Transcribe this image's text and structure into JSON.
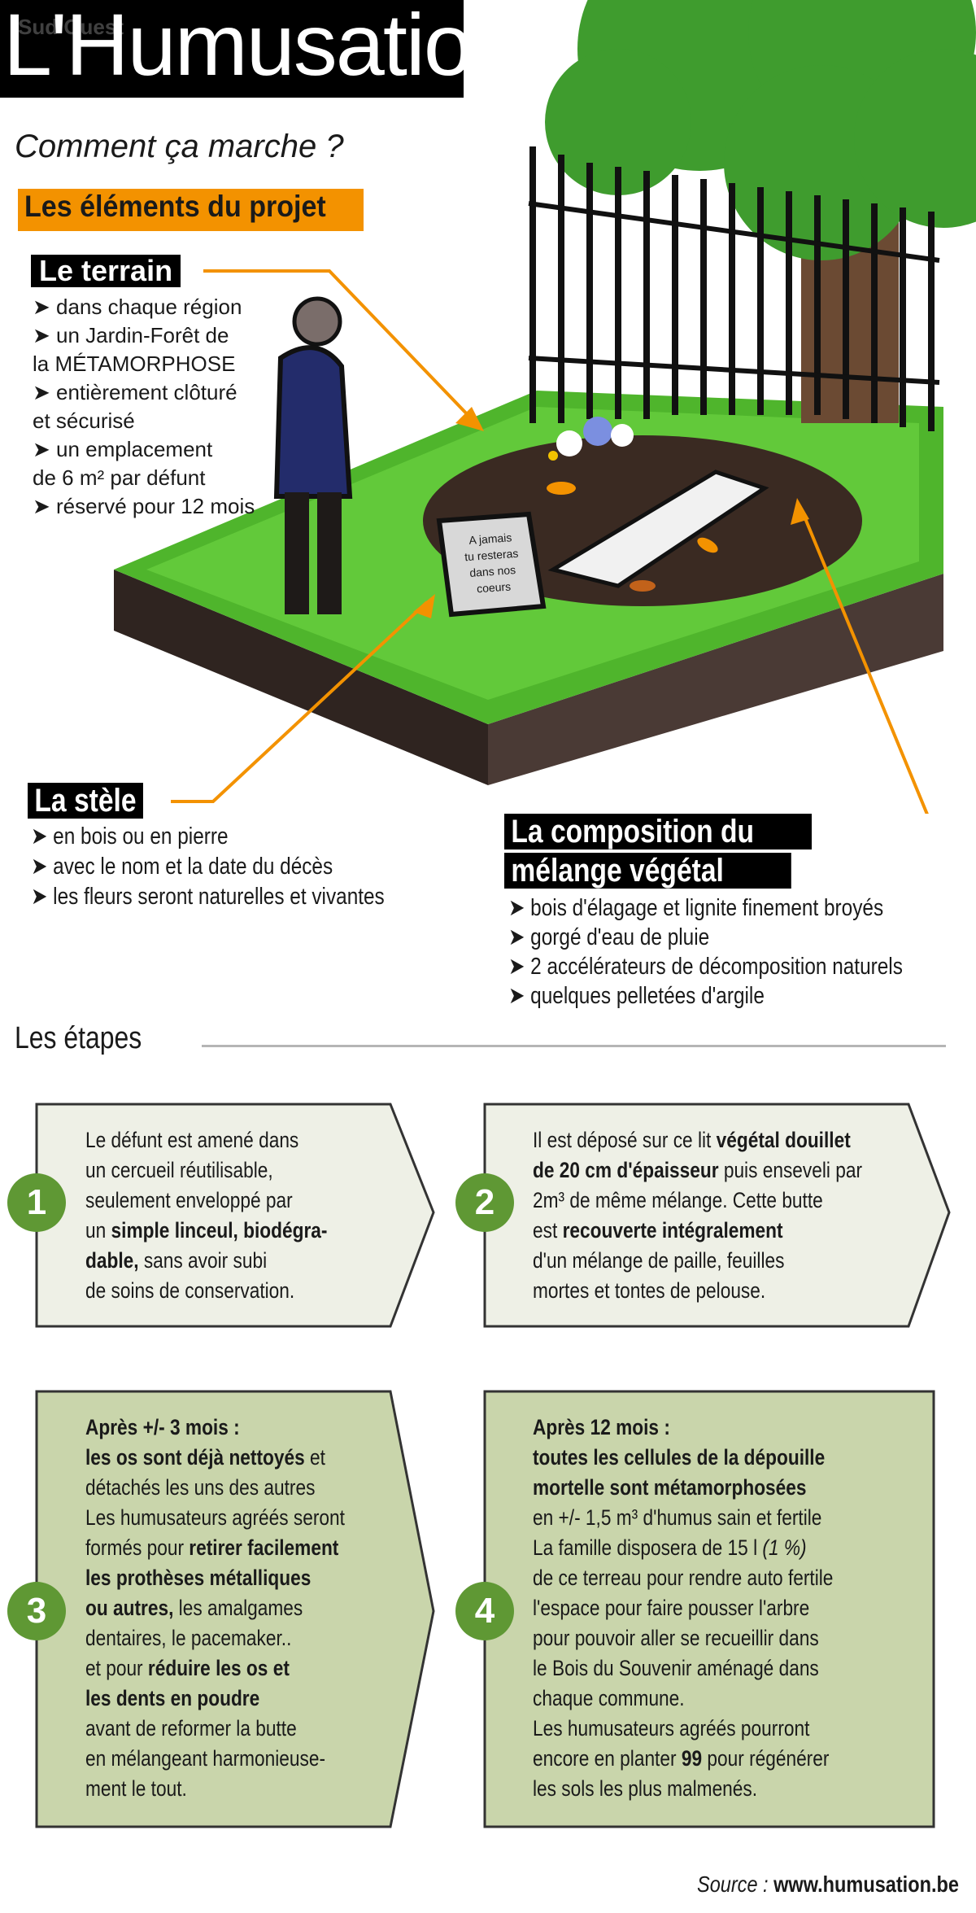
{
  "header": {
    "title": "L'Humusation",
    "watermark": "Sud Ouest",
    "subtitle": "Comment ça marche ?"
  },
  "elements": {
    "heading": "Les éléments du projet",
    "terrain": {
      "title": "Le terrain",
      "items": [
        "dans chaque région",
        "un Jardin-Forêt de",
        "la MÉTAMORPHOSE",
        "entièrement clôturé",
        "et sécurisé",
        "un emplacement",
        "de 6 m² par défunt",
        "réservé pour 12 mois"
      ]
    },
    "stele": {
      "title": "La stèle",
      "inscription": [
        "A jamais",
        "tu resteras",
        "dans nos coeurs"
      ],
      "items": [
        "en bois ou en pierre",
        "avec le nom et la date du décès",
        "les fleurs seront naturelles et vivantes"
      ]
    },
    "composition": {
      "title_line1": "La composition du",
      "title_line2": "mélange végétal",
      "items": [
        "bois d'élagage et lignite finement broyés",
        "gorgé d'eau de pluie",
        "2 accélérateurs de décomposition naturels",
        "quelques pelletées d'argile"
      ]
    }
  },
  "steps_heading": "Les étapes",
  "steps": [
    {
      "number": "1",
      "lines": [
        [
          [
            "n",
            "Le défunt est amené dans"
          ]
        ],
        [
          [
            "n",
            "un cercueil réutilisable,"
          ]
        ],
        [
          [
            "n",
            "seulement enveloppé par"
          ]
        ],
        [
          [
            "n",
            "un "
          ],
          [
            "b",
            "simple linceul, biodégra-"
          ]
        ],
        [
          [
            "b",
            "dable,"
          ],
          [
            "n",
            " sans avoir subi"
          ]
        ],
        [
          [
            "n",
            "de soins de conservation."
          ]
        ]
      ]
    },
    {
      "number": "2",
      "lines": [
        [
          [
            "n",
            "Il est déposé sur ce lit "
          ],
          [
            "b",
            "végétal douillet"
          ]
        ],
        [
          [
            "b",
            "de 20 cm d'épaisseur"
          ],
          [
            "n",
            " puis enseveli par"
          ]
        ],
        [
          [
            "n",
            "2m³ de même mélange. Cette butte"
          ]
        ],
        [
          [
            "n",
            "est "
          ],
          [
            "b",
            "recouverte intégralement"
          ]
        ],
        [
          [
            "n",
            "d'un mélange de paille, feuilles"
          ]
        ],
        [
          [
            "n",
            "mortes et tontes de pelouse."
          ]
        ]
      ]
    },
    {
      "number": "3",
      "lines": [
        [
          [
            "b",
            "Après +/- 3 mois :"
          ]
        ],
        [
          [
            "b",
            "les os sont déjà nettoyés"
          ],
          [
            "n",
            " et"
          ]
        ],
        [
          [
            "n",
            "détachés les uns des autres"
          ]
        ],
        [
          [
            "n",
            "Les humusateurs agréés seront"
          ]
        ],
        [
          [
            "n",
            "formés pour "
          ],
          [
            "b",
            "retirer facilement"
          ]
        ],
        [
          [
            "b",
            "les prothèses métalliques"
          ]
        ],
        [
          [
            "b",
            "ou autres,"
          ],
          [
            "n",
            " les amalgames"
          ]
        ],
        [
          [
            "n",
            "dentaires, le pacemaker.."
          ]
        ],
        [
          [
            "n",
            "et pour "
          ],
          [
            "b",
            "réduire les os et"
          ]
        ],
        [
          [
            "b",
            "les dents en poudre"
          ]
        ],
        [
          [
            "n",
            "avant de reformer la butte"
          ]
        ],
        [
          [
            "n",
            "en mélangeant harmonieuse-"
          ]
        ],
        [
          [
            "n",
            "ment le tout."
          ]
        ]
      ]
    },
    {
      "number": "4",
      "lines": [
        [
          [
            "b",
            "Après 12 mois :"
          ]
        ],
        [
          [
            "b",
            "toutes les cellules de la dépouille"
          ]
        ],
        [
          [
            "b",
            "mortelle sont métamorphosées"
          ]
        ],
        [
          [
            "n",
            "en +/- 1,5 m³ d'humus sain et fertile"
          ]
        ],
        [
          [
            "n",
            "La famille disposera de 15 l "
          ],
          [
            "i",
            "(1 %)"
          ]
        ],
        [
          [
            "n",
            "de ce terreau pour rendre auto fertile"
          ]
        ],
        [
          [
            "n",
            "l'espace pour faire pousser l'arbre"
          ]
        ],
        [
          [
            "n",
            "pour pouvoir aller se recueillir dans"
          ]
        ],
        [
          [
            "n",
            "le Bois du Souvenir  aménagé dans"
          ]
        ],
        [
          [
            "n",
            "chaque commune."
          ]
        ],
        [
          [
            "n",
            "Les humusateurs agréés pourront"
          ]
        ],
        [
          [
            "n",
            "encore en planter "
          ],
          [
            "b",
            "99"
          ],
          [
            "n",
            " pour régénérer"
          ]
        ],
        [
          [
            "n",
            "les sols les plus malmenés."
          ]
        ]
      ]
    }
  ],
  "source": {
    "label": "Source :",
    "url": "www.humusation.be"
  },
  "colors": {
    "orange": "#f39200",
    "green": "#5f9834",
    "box_light": "#eef0e6",
    "box_dark": "#c9d5ab"
  }
}
